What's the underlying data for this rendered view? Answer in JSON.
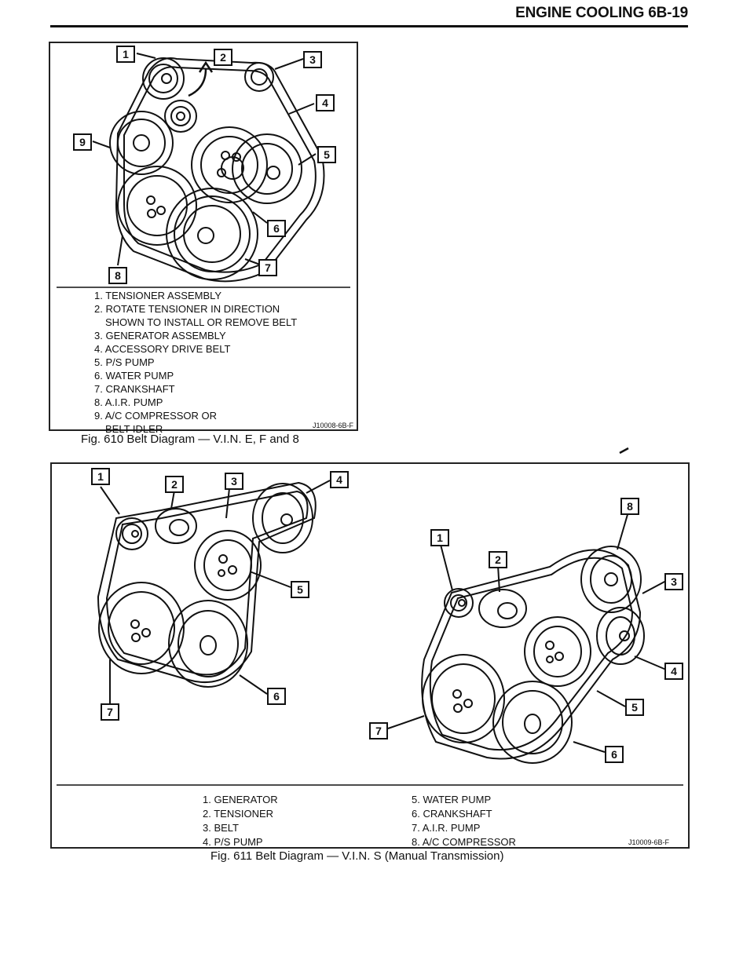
{
  "header": {
    "title": "ENGINE COOLING 6B-19"
  },
  "fig610": {
    "callouts": [
      "1",
      "2",
      "3",
      "4",
      "5",
      "6",
      "7",
      "8",
      "9"
    ],
    "legend": [
      "1. TENSIONER ASSEMBLY",
      "2. ROTATE TENSIONER IN DIRECTION",
      "SHOWN TO INSTALL OR REMOVE BELT",
      "3. GENERATOR ASSEMBLY",
      "4. ACCESSORY DRIVE BELT",
      "5. P/S PUMP",
      "6. WATER PUMP",
      "7. CRANKSHAFT",
      "8. A.I.R. PUMP",
      "9. A/C COMPRESSOR OR",
      "BELT IDLER"
    ],
    "code": "J10008-6B-F",
    "caption": "Fig. 610 Belt Diagram — V.I.N. E, F and 8"
  },
  "fig611": {
    "callouts_left": [
      "1",
      "2",
      "3",
      "4",
      "5",
      "6",
      "7"
    ],
    "callouts_right": [
      "1",
      "2",
      "3",
      "4",
      "5",
      "6",
      "7",
      "8"
    ],
    "legend_col1": [
      "1. GENERATOR",
      "2. TENSIONER",
      "3. BELT",
      "4. P/S PUMP"
    ],
    "legend_col2": [
      "5. WATER PUMP",
      "6. CRANKSHAFT",
      "7. A.I.R. PUMP",
      "8. A/C COMPRESSOR"
    ],
    "code": "J10009-6B-F",
    "caption": "Fig. 611 Belt Diagram — V.I.N. S (Manual Transmission)"
  }
}
